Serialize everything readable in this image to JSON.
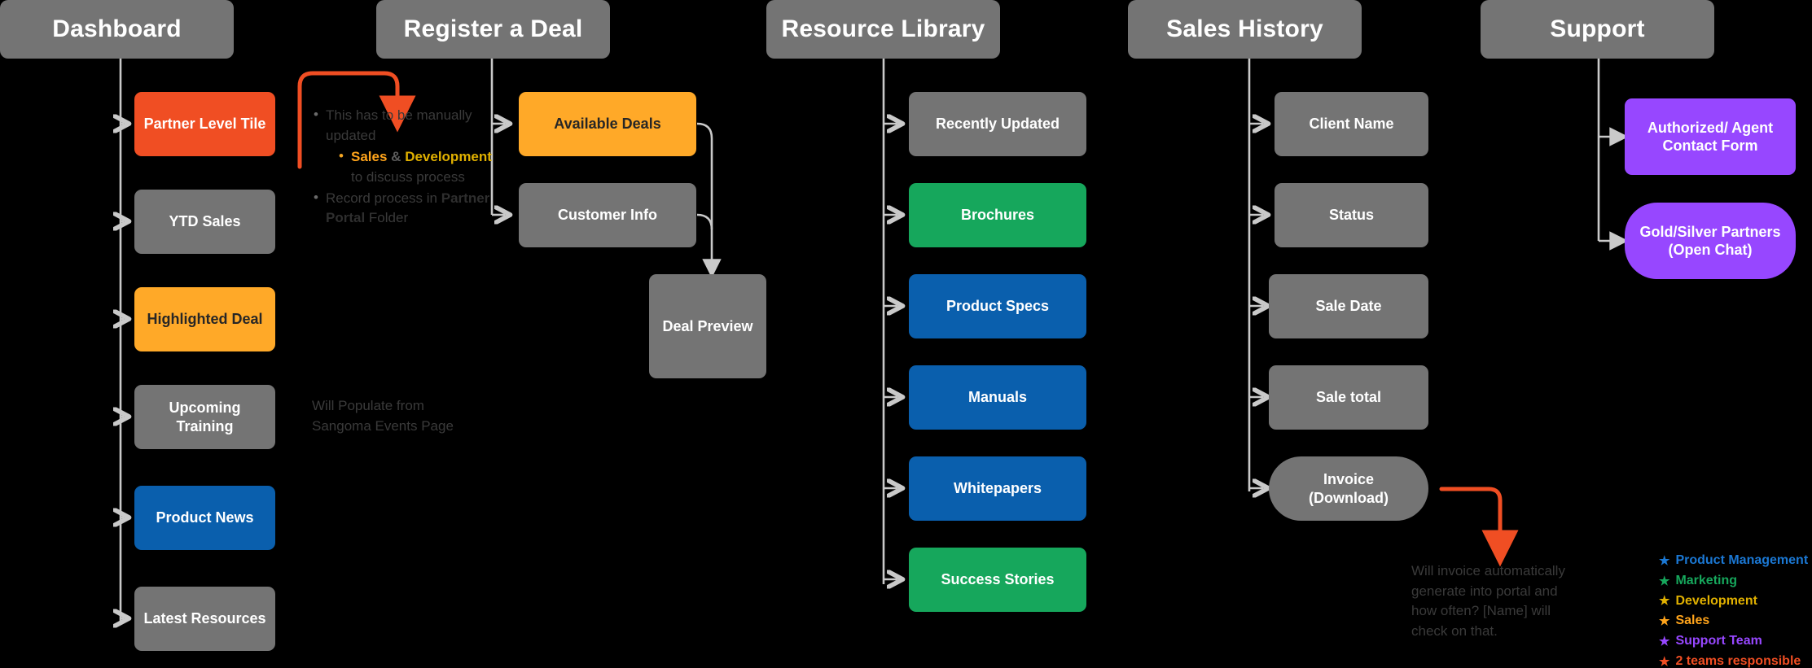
{
  "columns": [
    {
      "id": "dashboard",
      "title": "Dashboard"
    },
    {
      "id": "register-a-deal",
      "title": "Register a Deal"
    },
    {
      "id": "resource-library",
      "title": "Resource Library"
    },
    {
      "id": "sales-history",
      "title": "Sales History"
    },
    {
      "id": "support",
      "title": "Support"
    }
  ],
  "tiles": {
    "dashboard": [
      {
        "label": "Partner Level Tile",
        "color": "#F04E23",
        "text": "light"
      },
      {
        "label": "YTD Sales",
        "color": "#747474",
        "text": "light"
      },
      {
        "label": "Highlighted Deal",
        "color": "#FFA928",
        "text": "dark"
      },
      {
        "label": "Upcoming Training",
        "color": "#747474",
        "text": "light"
      },
      {
        "label": "Product News",
        "color": "#0A5FAD",
        "text": "light"
      },
      {
        "label": "Latest Resources",
        "color": "#747474",
        "text": "light"
      }
    ],
    "register": [
      {
        "label": "Available Deals",
        "color": "#FFA928",
        "text": "dark"
      },
      {
        "label": "Customer Info",
        "color": "#747474",
        "text": "light"
      },
      {
        "label": "Deal Preview",
        "color": "#747474",
        "text": "light"
      }
    ],
    "resource": [
      {
        "label": "Recently Updated",
        "color": "#747474",
        "text": "light"
      },
      {
        "label": "Brochures",
        "color": "#16A75C",
        "text": "light"
      },
      {
        "label": "Product Specs",
        "color": "#0A5FAD",
        "text": "light"
      },
      {
        "label": "Manuals",
        "color": "#0A5FAD",
        "text": "light"
      },
      {
        "label": "Whitepapers",
        "color": "#0A5FAD",
        "text": "light"
      },
      {
        "label": "Success Stories",
        "color": "#16A75C",
        "text": "light"
      }
    ],
    "sales": [
      {
        "label": "Client Name",
        "color": "#747474",
        "text": "light"
      },
      {
        "label": "Status",
        "color": "#747474",
        "text": "light"
      },
      {
        "label": "Sale Date",
        "color": "#747474",
        "text": "light"
      },
      {
        "label": "Sale total",
        "color": "#747474",
        "text": "light"
      },
      {
        "label": "Invoice\n(Download)",
        "color": "#747474",
        "text": "light"
      }
    ],
    "support": [
      {
        "label": "Authorized/ Agent\nContact Form",
        "color": "#9747FF",
        "text": "light"
      },
      {
        "label": "Gold/Silver Partners\n(Open Chat)",
        "color": "#9747FF",
        "text": "light"
      }
    ]
  },
  "notes": {
    "partner_level": {
      "line1": "This has to be manually updated",
      "sub_sales": "Sales",
      "sub_amp": "&",
      "sub_dev": "Development",
      "sub_tail": "to discuss process",
      "line2_prefix": "Record process in",
      "line2_strong": "Partner Portal",
      "line2_tail": "Folder"
    },
    "training": "Will Populate from Sangoma Events Page",
    "invoice": "Will invoice automatically generate into portal and how often? [Name] will check on that."
  },
  "legend": [
    {
      "label": "Product Management",
      "color": "#1B78D4"
    },
    {
      "label": "Marketing",
      "color": "#16A75C"
    },
    {
      "label": "Development",
      "color": "#E0B000"
    },
    {
      "label": "Sales",
      "color": "#FFA41B"
    },
    {
      "label": "Support Team",
      "color": "#9747FF"
    },
    {
      "label": "2 teams responsible",
      "color": "#F04E23"
    }
  ],
  "icons": {
    "star": "★",
    "bullet": "•"
  }
}
